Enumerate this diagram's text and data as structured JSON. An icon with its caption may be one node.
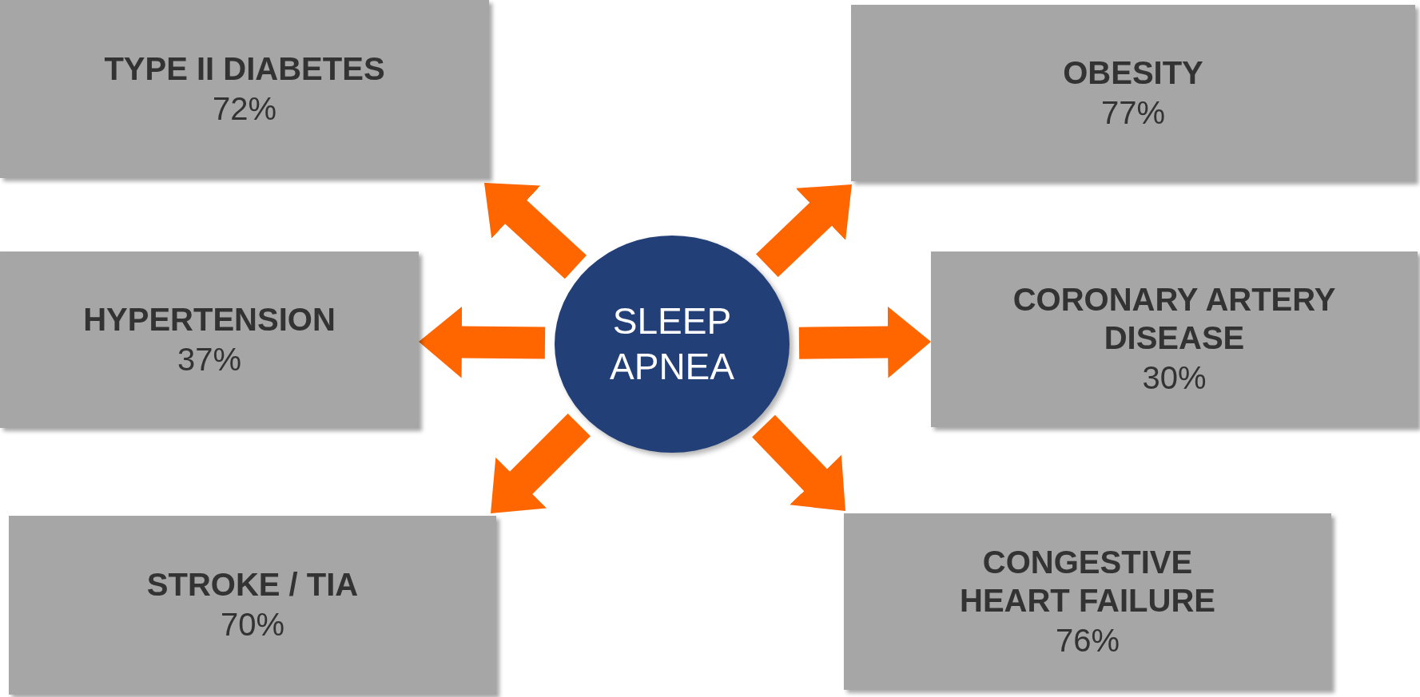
{
  "diagram": {
    "nodes": [
      {
        "text": [
          "TYPE II DIABETES",
          "72%"
        ]
      },
      {
        "text": [
          "OBESITY",
          "77%"
        ]
      },
      {
        "text": [
          "HYPERTENSION",
          "37%"
        ]
      },
      {
        "text": [
          "SLEEP APNEA"
        ]
      },
      {
        "text": [
          "CORONARY ARTERY DISEASE",
          "30%"
        ]
      },
      {
        "text": [
          "STROKE / TIA",
          "70%"
        ]
      },
      {
        "text": [
          "CONGESTIVE HEART FAILURE",
          "76%"
        ]
      }
    ],
    "edges": [
      {
        "from": 3,
        "to": 0,
        "arrow": "to"
      },
      {
        "from": 3,
        "to": 1,
        "arrow": "to"
      },
      {
        "from": 3,
        "to": 2,
        "arrow": "to"
      },
      {
        "from": 3,
        "to": 4,
        "arrow": "to"
      },
      {
        "from": 3,
        "to": 5,
        "arrow": "to"
      },
      {
        "from": 3,
        "to": 6,
        "arrow": "to"
      }
    ]
  }
}
